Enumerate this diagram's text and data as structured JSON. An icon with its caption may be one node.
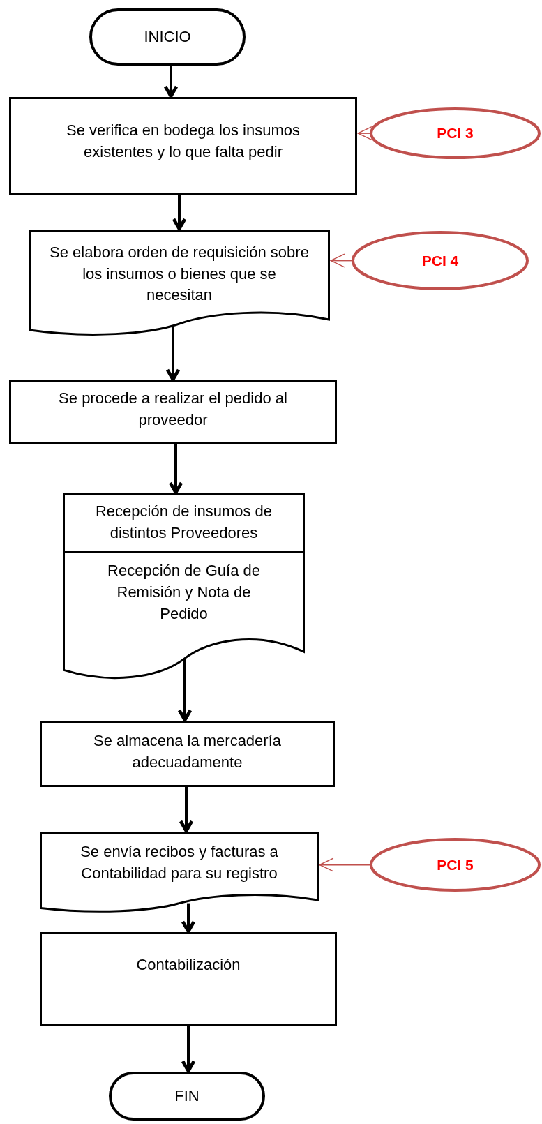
{
  "diagram": {
    "nodes": [
      {
        "text": [
          "INICIO"
        ]
      },
      {
        "text": [
          "Se verifica en bodega los insumos existentes y lo que falta pedir"
        ]
      },
      {
        "text": [
          "PCI 3"
        ]
      },
      {
        "text": [
          "Se elabora orden de requisición sobre los insumos o bienes que se necesitan"
        ]
      },
      {
        "text": [
          "PCI 4"
        ]
      },
      {
        "text": [
          "Se procede a realizar el pedido al proveedor"
        ]
      },
      {
        "text": [
          "Recepción de insumos de distintos Proveedores",
          "Recepción de Guía de Remisión y Nota de Pedido"
        ]
      },
      {
        "text": [
          "Se almacena la mercadería adecuadamente"
        ]
      },
      {
        "text": [
          "Se envía recibos y facturas a Contabilidad para su registro"
        ]
      },
      {
        "text": [
          "PCI 5"
        ]
      },
      {
        "text": [
          "Contabilización"
        ]
      },
      {
        "text": [
          "FIN"
        ]
      }
    ],
    "edges": [
      {
        "from": 0,
        "to": 1,
        "arrow": "to"
      },
      {
        "from": 2,
        "to": 1,
        "arrow": "to",
        "color": "#c0504d"
      },
      {
        "from": 1,
        "to": 3,
        "arrow": "to"
      },
      {
        "from": 4,
        "to": 3,
        "arrow": "to",
        "color": "#c0504d"
      },
      {
        "from": 3,
        "to": 5,
        "arrow": "to"
      },
      {
        "from": 5,
        "to": 6,
        "arrow": "to"
      },
      {
        "from": 6,
        "to": 7,
        "arrow": "to"
      },
      {
        "from": 7,
        "to": 8,
        "arrow": "to"
      },
      {
        "from": 9,
        "to": 8,
        "arrow": "to",
        "color": "#c0504d"
      },
      {
        "from": 8,
        "to": 10,
        "arrow": "to"
      },
      {
        "from": 10,
        "to": 11,
        "arrow": "to"
      }
    ]
  }
}
